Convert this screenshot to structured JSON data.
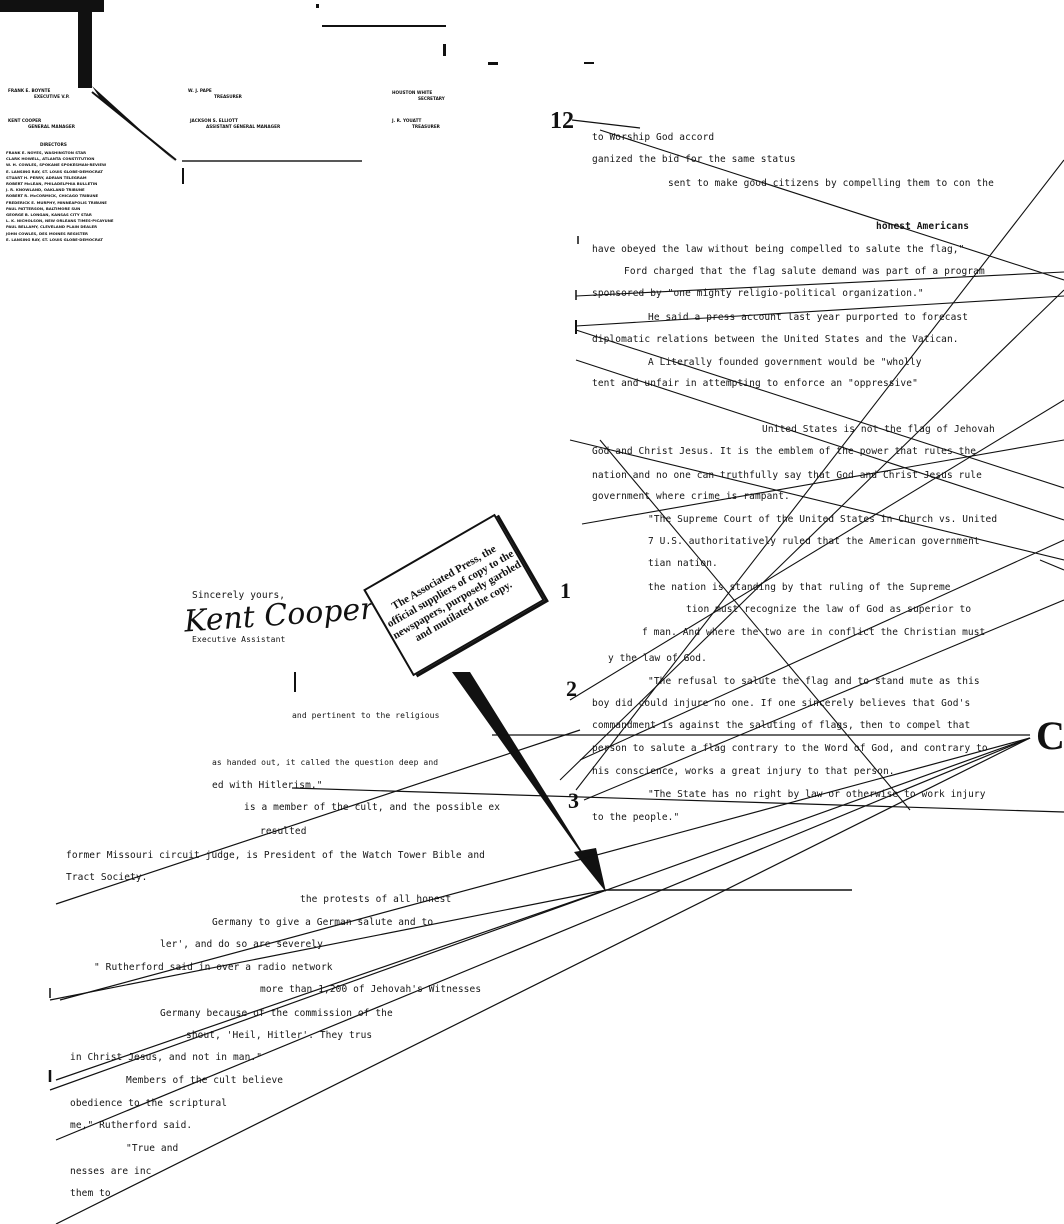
{
  "letterhead": {
    "col1": [
      "FRANK E. BOYNTE",
      "EXECUTIVE V.P."
    ],
    "col2": [
      "W. J. PAPE",
      "TREASURER"
    ],
    "col3": [
      "HOUSTON WHITE",
      "SECRETARY"
    ],
    "col1b": [
      "KENT COOPER",
      "GENERAL MANAGER"
    ],
    "col2b": [
      "JACKSON S. ELLIOTT",
      "ASSISTANT GENERAL MANAGER"
    ],
    "col3b": [
      "J. R. YOUATT",
      "TREASURER"
    ],
    "directors_title": "DIRECTORS",
    "directors": [
      "FRANK E. NOYES, WASHINGTON STAR",
      "CLARK HOWELL, ATLANTA CONSTITUTION",
      "W. H. COWLES, SPOKANE SPOKESMAN-REVIEW",
      "E. LANSING RAY, ST. LOUIS GLOBE-DEMOCRAT",
      "STUART H. PERRY, ADRIAN TELEGRAM",
      "ROBERT McLEAN, PHILADELPHIA BULLETIN",
      "J. R. KNOWLAND, OAKLAND TRIBUNE",
      "ROBERT R. McCORMICK, CHICAGO TRIBUNE",
      "FREDERICK E. MURPHY, MINNEAPOLIS TRIBUNE",
      "PAUL PATTERSON, BALTIMORE SUN",
      "GEORGE B. LONGAN, KANSAS CITY STAR",
      "L. K. NICHOLSON, NEW ORLEANS TIMES-PICAYUNE",
      "PAUL BELLAMY, CLEVELAND PLAIN DEALER",
      "JOHN COWLES, DES MOINES REGISTER",
      "E. LANSING RAY, ST. LOUIS GLOBE-DEMOCRAT"
    ]
  },
  "right_column": [
    "to Worship God accord",
    "ganized the bid for the same status",
    "sent to make good citizens by compelling them to con the",
    "honest Americans",
    "have obeyed the law without being compelled to salute the flag,\"",
    "Ford charged that the flag salute demand was part of a program",
    "sponsored by \"one mighty religio-political organization.\"",
    "He said a press account last year purported to forecast",
    "diplomatic relations between the United States and the Vatican.",
    "A Literally founded government would be \"wholly",
    "tent and unfair in attempting to enforce an \"oppressive\"",
    "United States is not the flag of Jehovah",
    "God and Christ Jesus.  It is the emblem of the power that rules the",
    "nation and no one can truthfully say that God and Christ Jesus rule",
    "government where crime is rampant.",
    "\"The Supreme Court of the United States in Church vs. United",
    "7 U.S. authoritatively ruled that the American government",
    "tian nation.",
    "the nation is standing by that ruling of the Supreme",
    "tion must recognize the law of God as superior to",
    "f man. And where the two are in conflict the Christian must",
    "y the law of God.",
    "\"The refusal to salute the flag and to stand mute as this",
    "boy did could injure no one. If one sincerely believes that God's",
    "commandment is against the saluting of flags, then to compel that",
    "person to salute a flag contrary to the Word of God, and contrary to",
    "his conscience, works a great injury to that person.",
    "\"The State has no right by law or otherwise to work injury",
    "to the people.\""
  ],
  "left_column": [
    "ed with Hitlerism.\"",
    "is a member of the cult, and the possible ex",
    "resulted",
    "former Missouri circuit judge, is President of the Watch Tower Bible and",
    "Tract Society.",
    "the protests of all honest",
    "Germany to give a German salute and to",
    "ler', and                    do so are severely",
    "\" Rutherford said in           over a radio network",
    "more than 1,200 of Jehovah's Witnesses",
    "Germany because of the commission of the",
    "shout, 'Heil, Hitler'.    They trus",
    "in Christ Jesus, and not in man.\"",
    "Members of the cult believe",
    "obedience to the scriptural",
    "me,\" Rutherford said.",
    "\"True and",
    "nesses are inc",
    "them to"
  ],
  "closing": "Sincerely yours,",
  "signature": "Kent Cooper",
  "closing_title": "Executive Assistant",
  "fragment_mid": "and    pertinent to the religious",
  "fragment_mid2": "as handed out, it called the question deep and",
  "tag_label": "The Associated Press, the official suppliers of copy to the newspapers, purposely garbled and mutilated the copy.",
  "markers": {
    "m12": "12",
    "m1": "1",
    "m2": "2",
    "m3": "3",
    "mC": "C"
  }
}
